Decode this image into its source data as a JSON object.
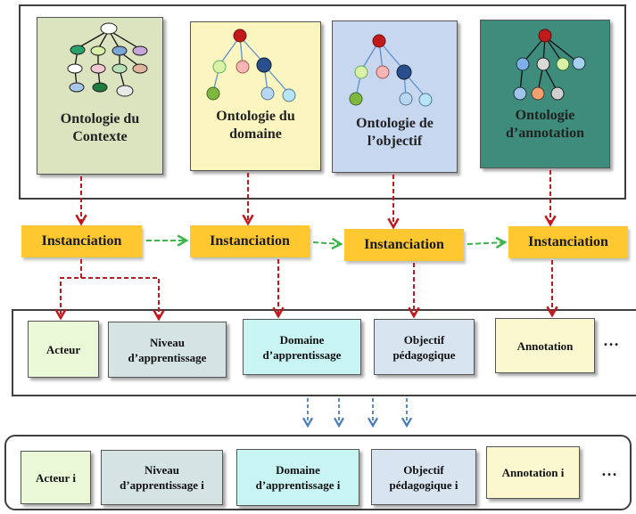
{
  "ontologies": [
    {
      "label": "Ontologie du\nContexte",
      "color": "#dbe3bf"
    },
    {
      "label": "Ontologie du\ndomaine",
      "color": "#fbf6bf"
    },
    {
      "label": "Ontologie de\nl’objectif",
      "color": "#c6d7ef"
    },
    {
      "label": "Ontologie\nd’annotation",
      "color": "#3e8c7c"
    }
  ],
  "instanciation": [
    "Instanciation",
    "Instanciation",
    "Instanciation",
    "Instanciation"
  ],
  "concepts": [
    {
      "label": "Acteur",
      "color": "#ebf8d8"
    },
    {
      "label": "Niveau\nd’apprentissage",
      "color": "#d6e3e3"
    },
    {
      "label": "Domaine\nd’apprentissage",
      "color": "#c8f4f4"
    },
    {
      "label": "Objectif\npédagogique",
      "color": "#d8e4f0"
    },
    {
      "label": "Annotation",
      "color": "#fbf8cf"
    }
  ],
  "instances": [
    {
      "label": "Acteur i",
      "color": "#ebf8d8"
    },
    {
      "label": "Niveau\nd’apprentissage i",
      "color": "#d6e3e3"
    },
    {
      "label": "Domaine\nd’apprentissage i",
      "color": "#c8f4f4"
    },
    {
      "label": "Objectif\npédagogique i",
      "color": "#d8e4f0"
    },
    {
      "label": "Annotation i",
      "color": "#fbf8cf"
    }
  ],
  "ellipsis": "…",
  "colors": {
    "arrow_red": "#c0181d",
    "arrow_green": "#3cb54a",
    "arrow_blue": "#4a7ec0"
  }
}
